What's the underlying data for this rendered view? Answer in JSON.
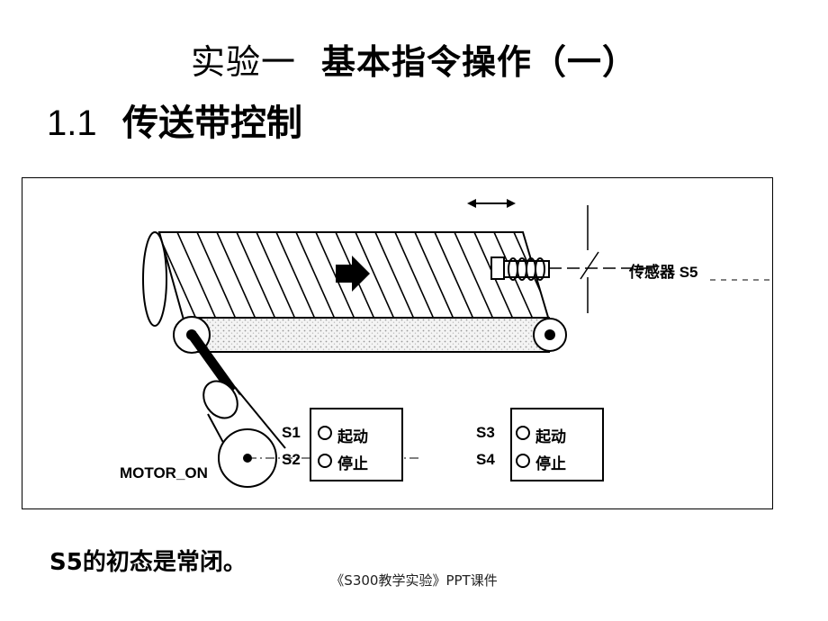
{
  "slide": {
    "title_part1": "实验一",
    "title_part2": "基本指令操作（一）",
    "section_number": "1.1",
    "section_title": "传送带控制",
    "note": "S5的初态是常闭。",
    "footer": "《S300教学实验》PPT课件"
  },
  "diagram": {
    "sensor_label": "传感器 S5",
    "motor_label": "MOTOR_ON",
    "panel_left": {
      "s1_label": "S1",
      "s2_label": "S2",
      "start_text": "起动",
      "stop_text": "停止"
    },
    "panel_right": {
      "s3_label": "S3",
      "s4_label": "S4",
      "start_text": "起动",
      "stop_text": "停止"
    }
  }
}
